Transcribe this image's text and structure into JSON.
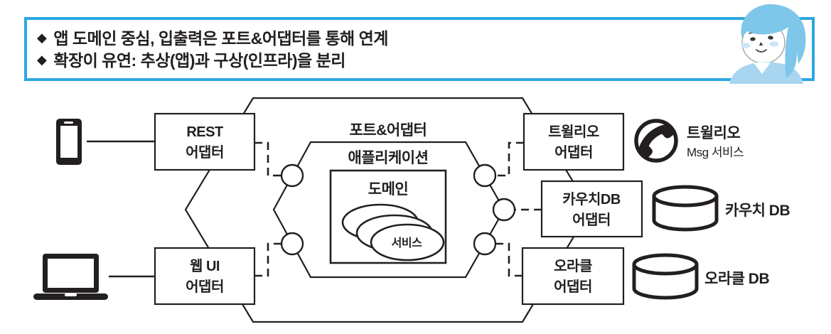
{
  "colors": {
    "accent_blue": "#2ba7e0",
    "ink": "#231f20",
    "hair_blue": "#7ec6ea",
    "body_blue": "#a8d6f0",
    "blush_blue": "#c9e6f6",
    "face_outline": "#a6abae",
    "feature_ink": "#3b3b3b"
  },
  "header": {
    "bullet": "◆",
    "items": [
      "앱 도메인 중심, 입출력은 포트&어댑터를 통해 연계",
      "확장이 유연: 추상(앱)과 구상(인프라)을 분리"
    ]
  },
  "diagram": {
    "outer_hexagon_label": "포트&어댑터",
    "inner_hexagon_label": "애플리케이션",
    "domain_label": "도메인",
    "service_label": "서비스",
    "adapters": {
      "rest": {
        "line1": "REST",
        "line2": "어댑터"
      },
      "web_ui": {
        "line1": "웹 UI",
        "line2": "어댑터"
      },
      "twilio": {
        "line1": "트윌리오",
        "line2": "어댑터"
      },
      "couch": {
        "line1": "카우치DB",
        "line2": "어댑터"
      },
      "oracle": {
        "line1": "오라클",
        "line2": "어댑터"
      }
    },
    "externals": {
      "twilio_service": {
        "title": "트윌리오",
        "subtitle": "Msg 서비스"
      },
      "couch_db": {
        "label": "카우치 DB"
      },
      "oracle_db": {
        "label": "오라클 DB"
      }
    },
    "icons": {
      "smartphone": "smartphone-device",
      "laptop": "laptop-device",
      "twilio": "telephone-in-circle",
      "couch_db": "database-cylinder",
      "oracle_db": "database-cylinder",
      "assistant": "blue-haired-person-illustration"
    }
  }
}
